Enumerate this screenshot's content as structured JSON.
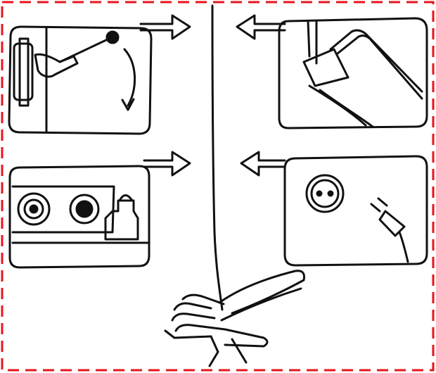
{
  "colors": {
    "border": "#e8141c",
    "ink": "#111111",
    "paper": "#ffffff"
  },
  "panels": [
    {
      "icon": "door-handle-rotation-icon",
      "arrow": "right"
    },
    {
      "icon": "appliance-lid-icon",
      "arrow": "left"
    },
    {
      "icon": "stove-knobs-bottle-icon",
      "arrow": "right"
    },
    {
      "icon": "wall-socket-plug-icon",
      "arrow": "left"
    }
  ],
  "center": {
    "icon": "hand-pulling-cord-icon"
  }
}
